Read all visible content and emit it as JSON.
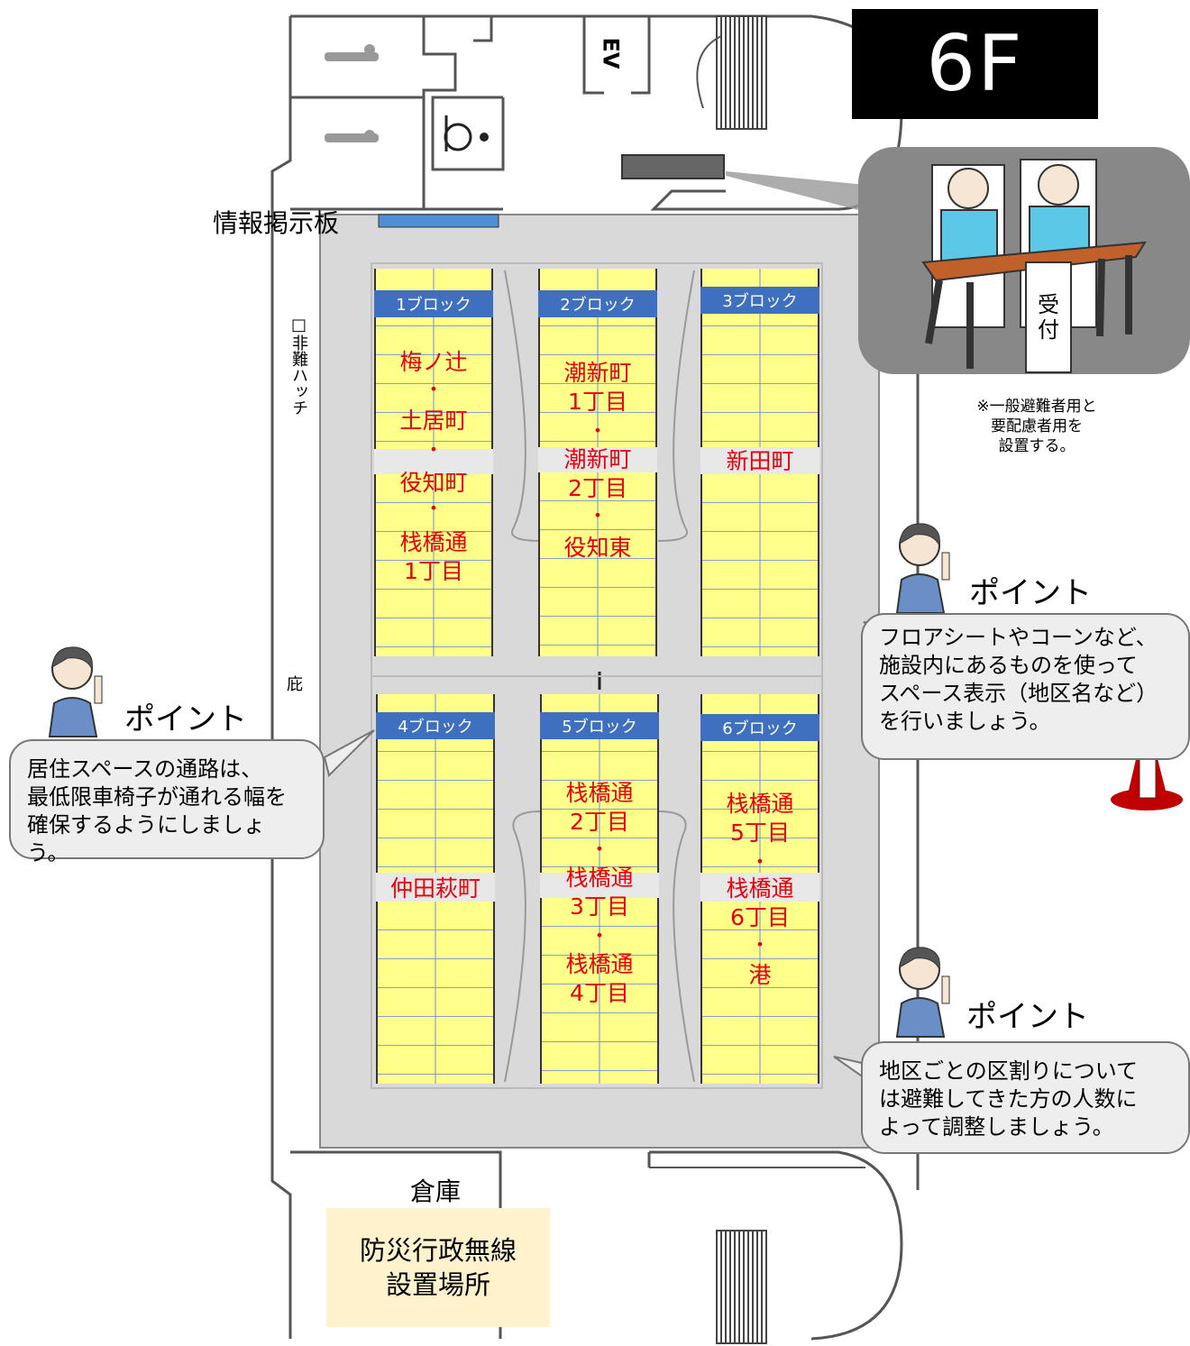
{
  "floor": "6F",
  "info_board": "情報掲示板",
  "ev": "EV",
  "hatch": "□非難ハッチ",
  "side_mark": "庇",
  "storage": "倉庫",
  "radio": {
    "line1": "防災行政無線",
    "line2": "設置場所"
  },
  "reception": {
    "sign_line1": "受",
    "sign_line2": "付",
    "note": [
      "※一般避難者用と",
      "要配慮者用を",
      "設置する。"
    ]
  },
  "blocks": [
    {
      "name": "1ブロック",
      "areas": [
        "梅ノ辻",
        "•",
        "土居町",
        "•",
        "役知町",
        "•",
        "栈橋通",
        "1丁目"
      ]
    },
    {
      "name": "2ブロック",
      "areas": [
        "潮新町",
        "1丁目",
        "•",
        "潮新町",
        "2丁目",
        "•",
        "役知東"
      ]
    },
    {
      "name": "3ブロック",
      "areas": [
        "新田町"
      ]
    },
    {
      "name": "4ブロック",
      "areas": [
        "仲田萩町"
      ]
    },
    {
      "name": "5ブロック",
      "areas": [
        "栈橋通",
        "2丁目",
        "•",
        "栈橋通",
        "3丁目",
        "•",
        "栈橋通",
        "4丁目"
      ]
    },
    {
      "name": "6ブロック",
      "areas": [
        "栈橋通",
        "5丁目",
        "•",
        "栈橋通",
        "6丁目",
        "•",
        "港"
      ]
    }
  ],
  "points": [
    {
      "label": "ポイント",
      "text": [
        "フロアシートやコーンなど、",
        "施設内にあるものを使って",
        "スペース表示（地区名など）",
        "を行いましょう。"
      ]
    },
    {
      "label": "ポイント",
      "text": [
        "居住スペースの通路は、",
        "最低限車椅子が通れる幅を",
        "確保するようにしましょう。"
      ]
    },
    {
      "label": "ポイント",
      "text": [
        "地区ごとの区割りについて",
        "は避難してきた方の人数に",
        "よって調整しましょう。"
      ]
    }
  ],
  "colors": {
    "block_header": "#3f6fbf",
    "area_text": "#e8000b",
    "space_fill": "#ffff8a",
    "floor_bg": "#d9d9d9",
    "radio_bg": "#fff2cc"
  }
}
